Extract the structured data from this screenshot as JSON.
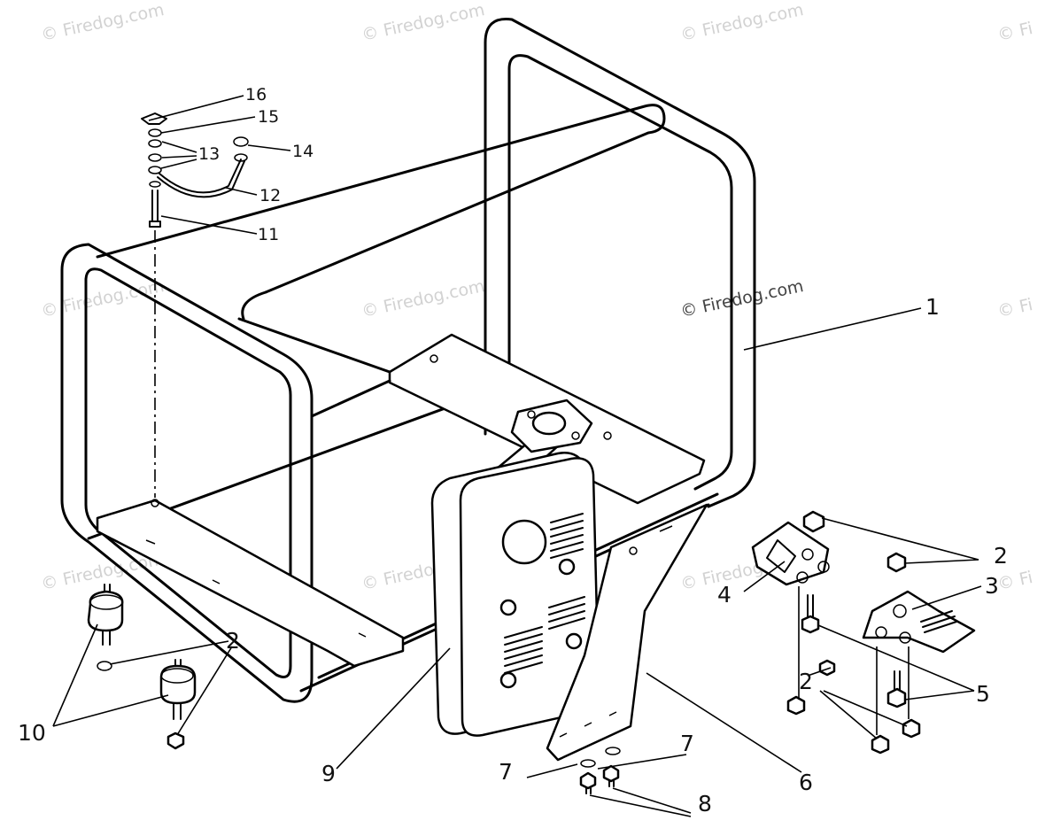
{
  "watermark": {
    "text": "© Firedog.com",
    "partial_text": "© Fi"
  },
  "callouts": {
    "c1": "1",
    "c2a": "2",
    "c2b": "2",
    "c2c": "2",
    "c3": "3",
    "c4": "4",
    "c5": "5",
    "c6": "6",
    "c7a": "7",
    "c7b": "7",
    "c8": "8",
    "c9": "9",
    "c10": "10",
    "c11": "11",
    "c12": "12",
    "c13": "13",
    "c14": "14",
    "c15": "15",
    "c16": "16"
  },
  "colors": {
    "line": "#000000",
    "background": "#ffffff",
    "watermark": "#d2d2d2"
  }
}
